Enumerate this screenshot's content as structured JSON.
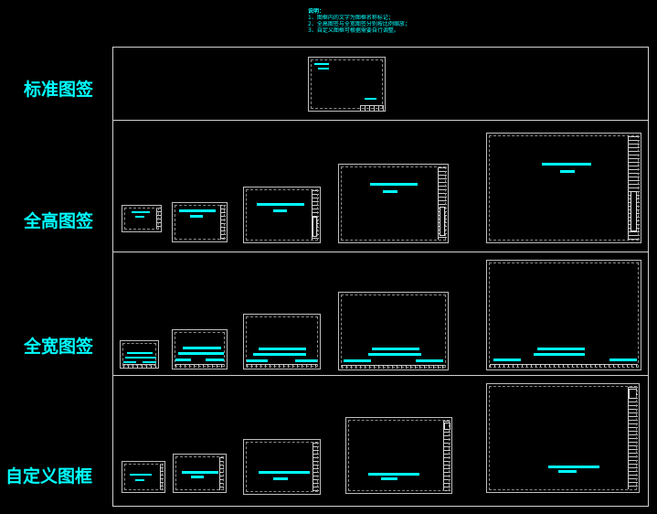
{
  "notes": {
    "title": "说明：",
    "lines": [
      "1、图框内的文字为图框名称标记；",
      "2、全高图签与全宽图签分别按比例缩放；",
      "3、自定义图框可根据需要自行调整。"
    ]
  },
  "rows": [
    {
      "label": "标准图签"
    },
    {
      "label": "全高图签"
    },
    {
      "label": "全宽图签"
    },
    {
      "label": "自定义图框"
    }
  ],
  "colors": {
    "accent": "#00ffff",
    "line": "#d0d0d0",
    "background": "#000000"
  }
}
